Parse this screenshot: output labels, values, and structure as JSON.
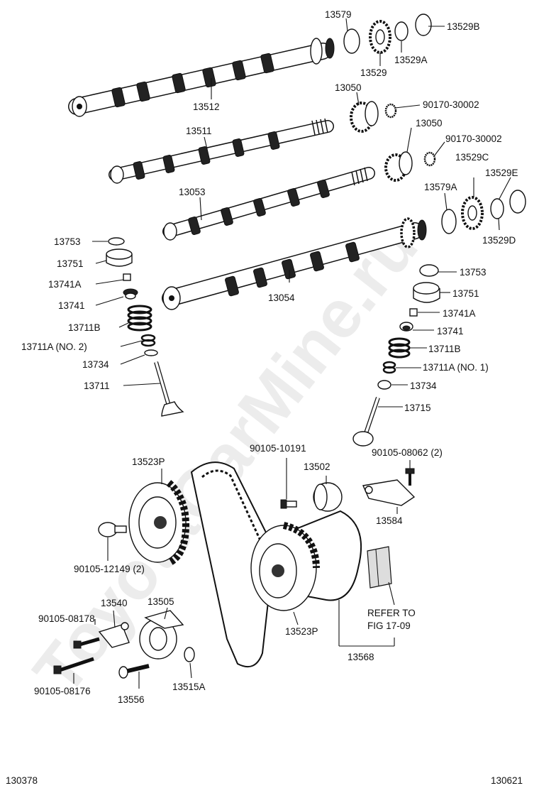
{
  "watermark": "ToyotaCarMine.ru",
  "corner_left": "130378",
  "corner_right": "130621",
  "refer_line1": "REFER TO",
  "refer_line2": "FIG 17-09",
  "labels": {
    "p13579": "13579",
    "p13529B": "13529B",
    "p13529A": "13529A",
    "p13529": "13529",
    "p13512": "13512",
    "p13050a": "13050",
    "p90170a": "90170-30002",
    "p13050b": "13050",
    "p90170b": "90170-30002",
    "p13511": "13511",
    "p13529C": "13529C",
    "p13529E": "13529E",
    "p13053": "13053",
    "p13579A": "13579A",
    "p13529D": "13529D",
    "p13753L": "13753",
    "p13751L": "13751",
    "p13741AL": "13741A",
    "p13741L": "13741",
    "p13711BL": "13711B",
    "p13711A2": "13711A (NO. 2)",
    "p13734L": "13734",
    "p13711": "13711",
    "p13054": "13054",
    "p13753R": "13753",
    "p13751R": "13751",
    "p13741AR": "13741A",
    "p13741R": "13741",
    "p13711BR": "13711B",
    "p13711A1": "13711A (NO. 1)",
    "p13734R": "13734",
    "p13715": "13715",
    "p13523Pa": "13523P",
    "p90105_10191": "90105-10191",
    "p13502": "13502",
    "p90105_08062": "90105-08062 (2)",
    "p13584": "13584",
    "p90105_12149": "90105-12149 (2)",
    "p13540": "13540",
    "p13505": "13505",
    "p90105_08178": "90105-08178",
    "p13523Pb": "13523P",
    "p13568": "13568",
    "p90105_08176": "90105-08176",
    "p13556": "13556",
    "p13515A": "13515A"
  }
}
